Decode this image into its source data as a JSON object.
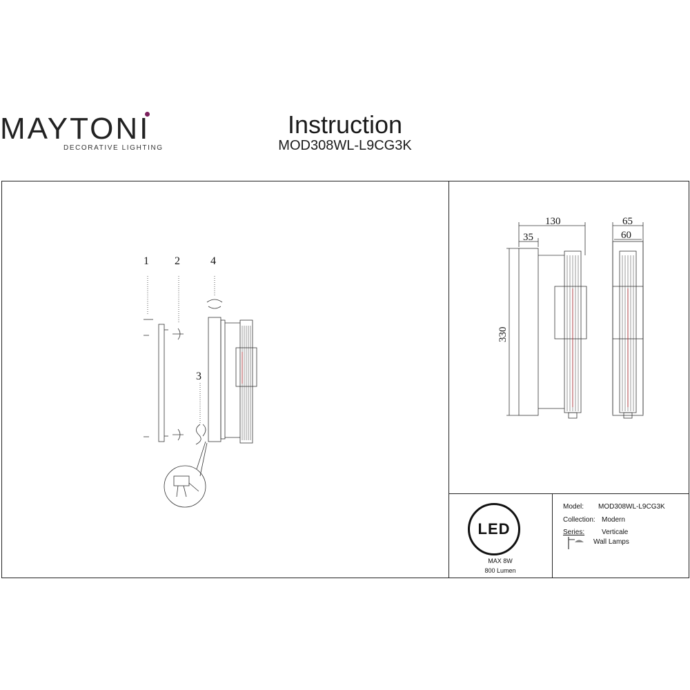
{
  "header": {
    "brand": "MAYTONI",
    "brand_tagline": "DECORATIVE LIGHTING",
    "title": "Instruction",
    "model_code": "MOD308WL-L9CG3K"
  },
  "assembly": {
    "step_numbers": [
      "1",
      "2",
      "3",
      "4"
    ]
  },
  "dimensions": {
    "width": "130",
    "depth_base": "35",
    "side_outer": "65",
    "side_inner": "60",
    "height": "330"
  },
  "specs": {
    "badge": "LED",
    "power": "MAX 8W",
    "lumen": "800 Lumen"
  },
  "info": {
    "model_label": "Model:",
    "model_value": "MOD308WL-L9CG3K",
    "collection_label": "Collection:",
    "collection_value": "Modern",
    "series_label": "Series:",
    "series_value": "Verticale",
    "type_value": "Wall Lamps"
  },
  "colors": {
    "brand_dot": "#7a1f5c",
    "line": "#222222",
    "red_core": "#b3262b"
  }
}
